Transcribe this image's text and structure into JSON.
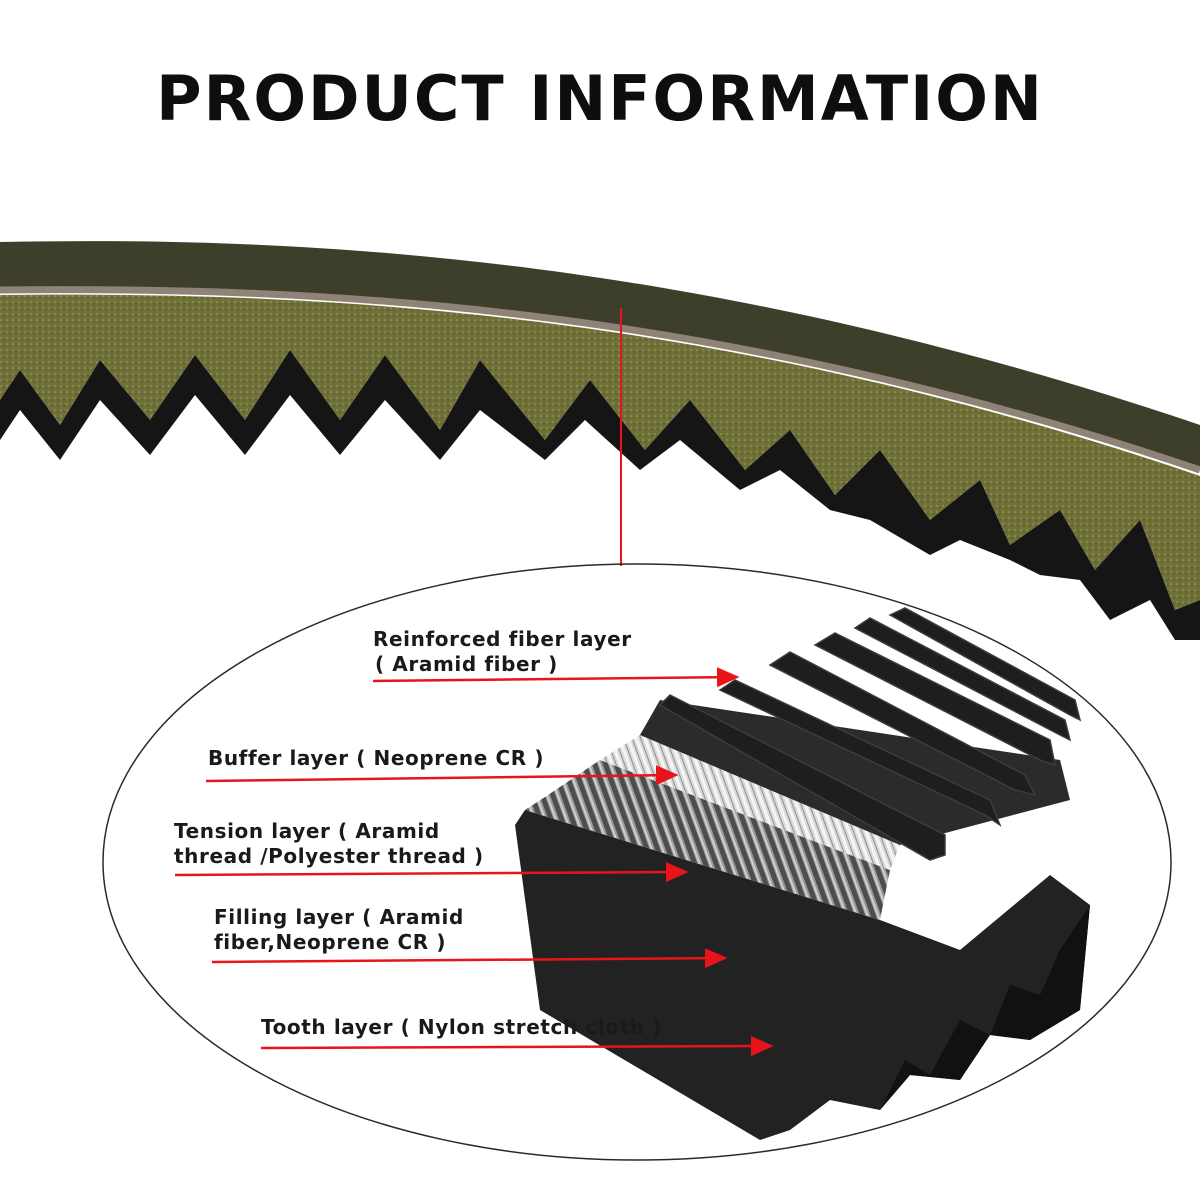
{
  "title": "PRODUCT INFORMATION",
  "colors": {
    "accent_red": "#e8141a",
    "belt_green": "#6e7039",
    "rubber_black": "#1b1b1b"
  },
  "layers": [
    {
      "line1": "Reinforced fiber layer",
      "line2": "( Aramid fiber )"
    },
    {
      "line1": "Buffer layer ( Neoprene CR )",
      "line2": ""
    },
    {
      "line1": "Tension layer ( Aramid",
      "line2": "thread /Polyester thread )"
    },
    {
      "line1": "Filling layer ( Aramid",
      "line2": "fiber,Neoprene CR )"
    },
    {
      "line1": "Tooth layer ( Nylon stretch cloth )",
      "line2": ""
    }
  ]
}
